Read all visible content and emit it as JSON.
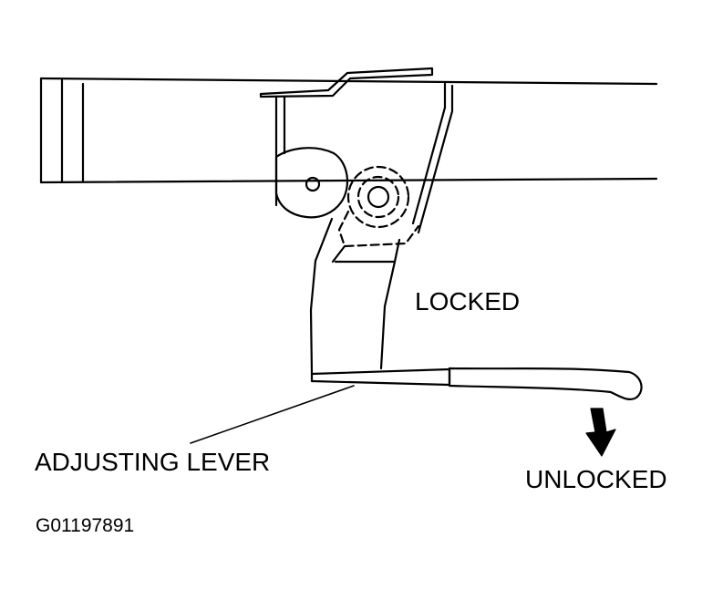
{
  "diagram": {
    "labels": {
      "locked": "LOCKED",
      "unlocked": "UNLOCKED",
      "adjusting_lever": "ADJUSTING LEVER"
    },
    "figure_id": "G01197891"
  }
}
